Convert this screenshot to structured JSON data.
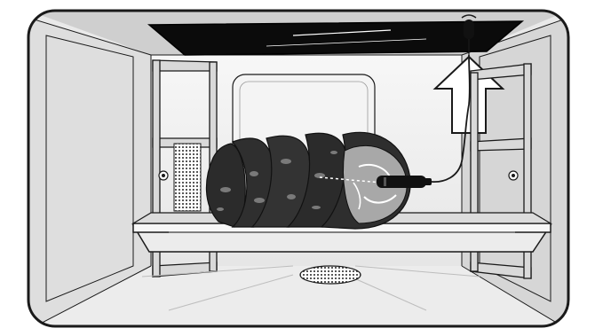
{
  "figure": {
    "subject": "oven-interior",
    "items": [
      "oven-cavity",
      "grill-element",
      "side-rails",
      "baking-tray",
      "roast",
      "meat-probe",
      "probe-cable",
      "probe-socket",
      "up-arrow",
      "fan-grille"
    ]
  },
  "colors": {
    "outline": "#1a1a1a",
    "wall_light": "#f2f2f2",
    "wall_mid": "#dcdcdc",
    "wall_dark": "#c4c4c4",
    "grill_black": "#0b0b0b",
    "meat_dark": "#2b2b2b",
    "meat_mid": "#6b6b6b",
    "meat_cut": "#a8a8a8",
    "arrow_fill": "#ffffff"
  }
}
